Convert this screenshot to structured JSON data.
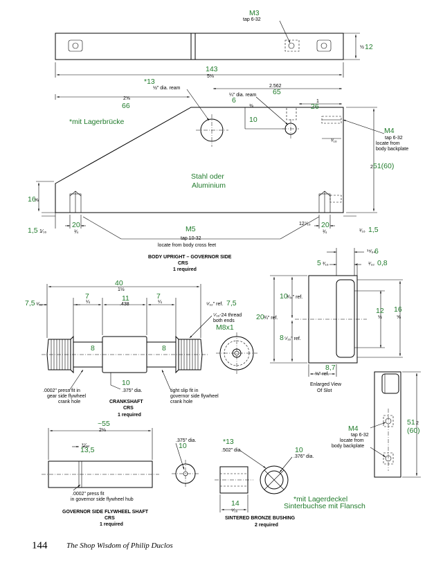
{
  "body_upright": {
    "title": "BODY UPRIGHT – GOVERNOR SIDE",
    "material": "CRS",
    "qty": "1 required",
    "m3": "M3",
    "m3_tap": "tap 6-32",
    "half12": "½",
    "half12_g": "12",
    "len_g": "143",
    "len": "5⅛",
    "star13": "*13",
    "ream12": "½\" dia. ream",
    "d2562": "2.562",
    "d2562_g": "65",
    "ream14": "¼\" dia. ream",
    "ream14_g": "6",
    "d258": "2⅝",
    "d258_g": "66",
    "d1": "1",
    "d1_g": "26",
    "d38": "⅜",
    "d38_g": "10",
    "d316": "³⁄₁₆",
    "lager": "*mit Lagerbrücke",
    "m4": "M4",
    "m4_tap": "tap 6-32",
    "m4_loc1": "locate from",
    "m4_loc2": "body backplate",
    "h2": "2",
    "h_g": "51(60)",
    "stahl1": "Stahl oder",
    "stahl2": "Aluminium",
    "d16g": "16",
    "d58": "⅝",
    "d116": "1⁄₁₆",
    "d116_g": "1,5",
    "d20a": "20",
    "d34a": "¾",
    "d1216": "12⁷⁄₁₆",
    "d20b": "20",
    "d34b": "¾",
    "d116r": "¹⁄₁₆",
    "d116r_g": "1,5",
    "m5": "M5",
    "m5_tap": "tap 10-32",
    "m5_loc": "locate from body cross feet"
  },
  "crankshaft": {
    "title": "CRANKSHAFT",
    "material": "CRS",
    "qty": "1 required",
    "d40": "40",
    "d112": "1½",
    "d7a": "7",
    "d14a": "¼",
    "d11": "11",
    "d438": ".438",
    "d7b": "7",
    "d14b": "¼",
    "d75l_g": "7,5",
    "d932l": "⁹⁄₃₂",
    "d932r": "⁹⁄₃₂\" ref.",
    "d75r_g": "7,5",
    "thread1": "⁵⁄₁₆-24 thread",
    "thread2": "both ends",
    "m8": "M8x1",
    "d8a": "8",
    "d8b": "8",
    "d10": "10",
    "d375": ".375\" dia.",
    "pf1": ".0002\" press fit in",
    "pf2": "gear side flywheel",
    "pf3": "crank hole",
    "ts1": "tight slip fit in",
    "ts2": "governor side flywheel",
    "ts3": "crank hole"
  },
  "slot": {
    "title1": "Enlarged View",
    "title2": "Of Slot",
    "d6": "¹⁴⁄₆₄",
    "d6g": "6",
    "d5": "5",
    "d316": "³⁄₁₆",
    "d132": "¹⁄₃₂",
    "d08g": "0,8",
    "d10": "10",
    "d10r": "¾₄\" ref.",
    "d20": "20",
    "d34": "¾\" ref.",
    "d12": "12",
    "d12f": "½",
    "d16": "16",
    "d16f": "⅝",
    "d8": "8",
    "d8r": "⁵⁄₁₆\" ref.",
    "d87": "8,7",
    "d38ref": "⅜\" ref."
  },
  "flywheel_shaft": {
    "title": "GOVERNOR SIDE FLYWHEEL SHAFT",
    "material": "CRS",
    "qty": "1 required",
    "d55": "~55",
    "d218": "2⅛",
    "d1732": "¹⁷⁄₃₂",
    "d135": "13,5",
    "d375": ".375\" dia.",
    "d10": "10",
    "pf1": ".0002\" press fit",
    "pf2": "in governor side flywheel hub"
  },
  "bushing": {
    "title": "SINTERED BRONZE BUSHING",
    "qty": "2 required",
    "star13": "*13",
    "d502": ".502\" dia.",
    "d10": "10",
    "d376": ".376\" dia.",
    "d14": "14",
    "d916": "⁹⁄₁₆",
    "lager1": "*mit Lagerdeckel",
    "lager2": "Sinterbuchse mit Flansch"
  },
  "side_view": {
    "m4": "M4",
    "m4_tap": "tap 6-32",
    "m4_loc1": "locate from",
    "m4_loc2": "body backplate",
    "d51": "51",
    "d2": "2",
    "d60": "(60)"
  },
  "footer": {
    "page": "144",
    "book": "The Shop Wisdom of Philip Duclos"
  }
}
